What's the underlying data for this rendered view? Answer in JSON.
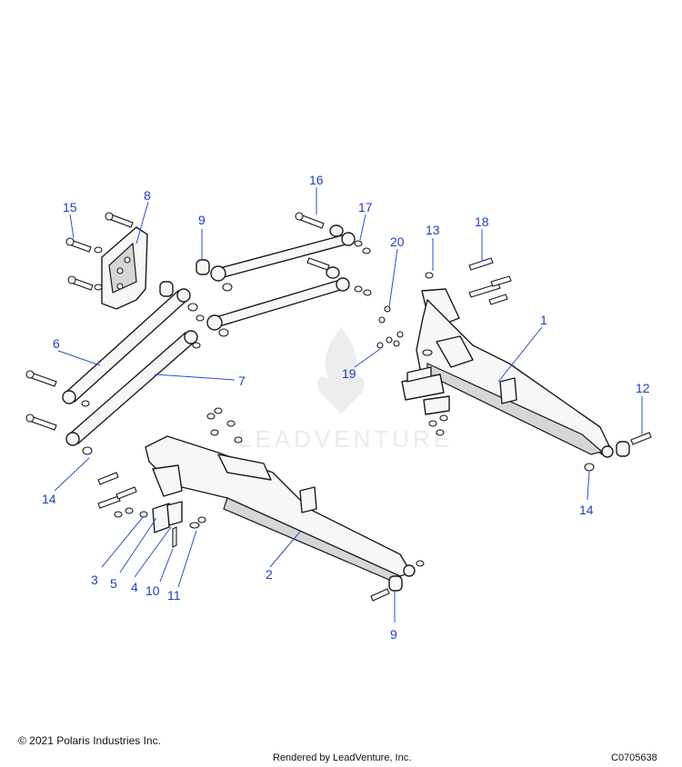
{
  "diagram": {
    "callouts": {
      "c1": "1",
      "c2": "2",
      "c3": "3",
      "c4": "4",
      "c5": "5",
      "c6": "6",
      "c7": "7",
      "c8": "8",
      "c9a": "9",
      "c9b": "9",
      "c10": "10",
      "c11": "11",
      "c12": "12",
      "c13": "13",
      "c14a": "14",
      "c14b": "14",
      "c15": "15",
      "c16": "16",
      "c17": "17",
      "c18": "18",
      "c19": "19",
      "c20": "20"
    },
    "watermark": "LEADVENTURE"
  },
  "footer": {
    "copyright": "© 2021 Polaris Industries Inc.",
    "rendered_by": "Rendered by LeadVenture, Inc.",
    "code": "C0705638"
  },
  "colors": {
    "callout": "#1f3fc4",
    "line": "#1a1a1a"
  }
}
